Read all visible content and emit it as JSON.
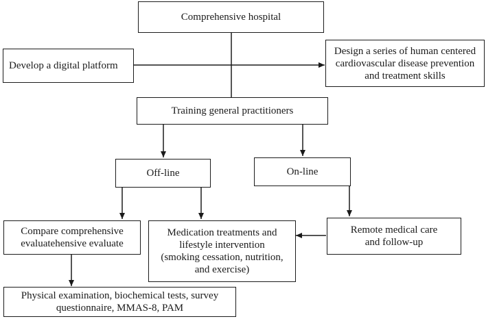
{
  "nodes": {
    "hospital": "Comprehensive hospital",
    "digital_platform": "Develop a digital platform",
    "design_skills": "Design a series of human centered\ncardiovascular disease prevention\nand treatment skills",
    "training": "Training general practitioners",
    "offline": "Off-line",
    "online": "On-line",
    "compare": "Compare comprehensive\nevaluatehensive evaluate",
    "medication": "Medication treatments and\nlifestyle intervention\n(smoking cessation, nutrition,\nand exercise)",
    "remote": "Remote medical care\nand follow-up",
    "physical": "Physical examination, biochemical tests, survey\nquestionnaire, MMAS-8, PAM"
  },
  "colors": {
    "line": "#1a1a1a",
    "box_fill": "#ffffff",
    "background": "#ffffff"
  }
}
